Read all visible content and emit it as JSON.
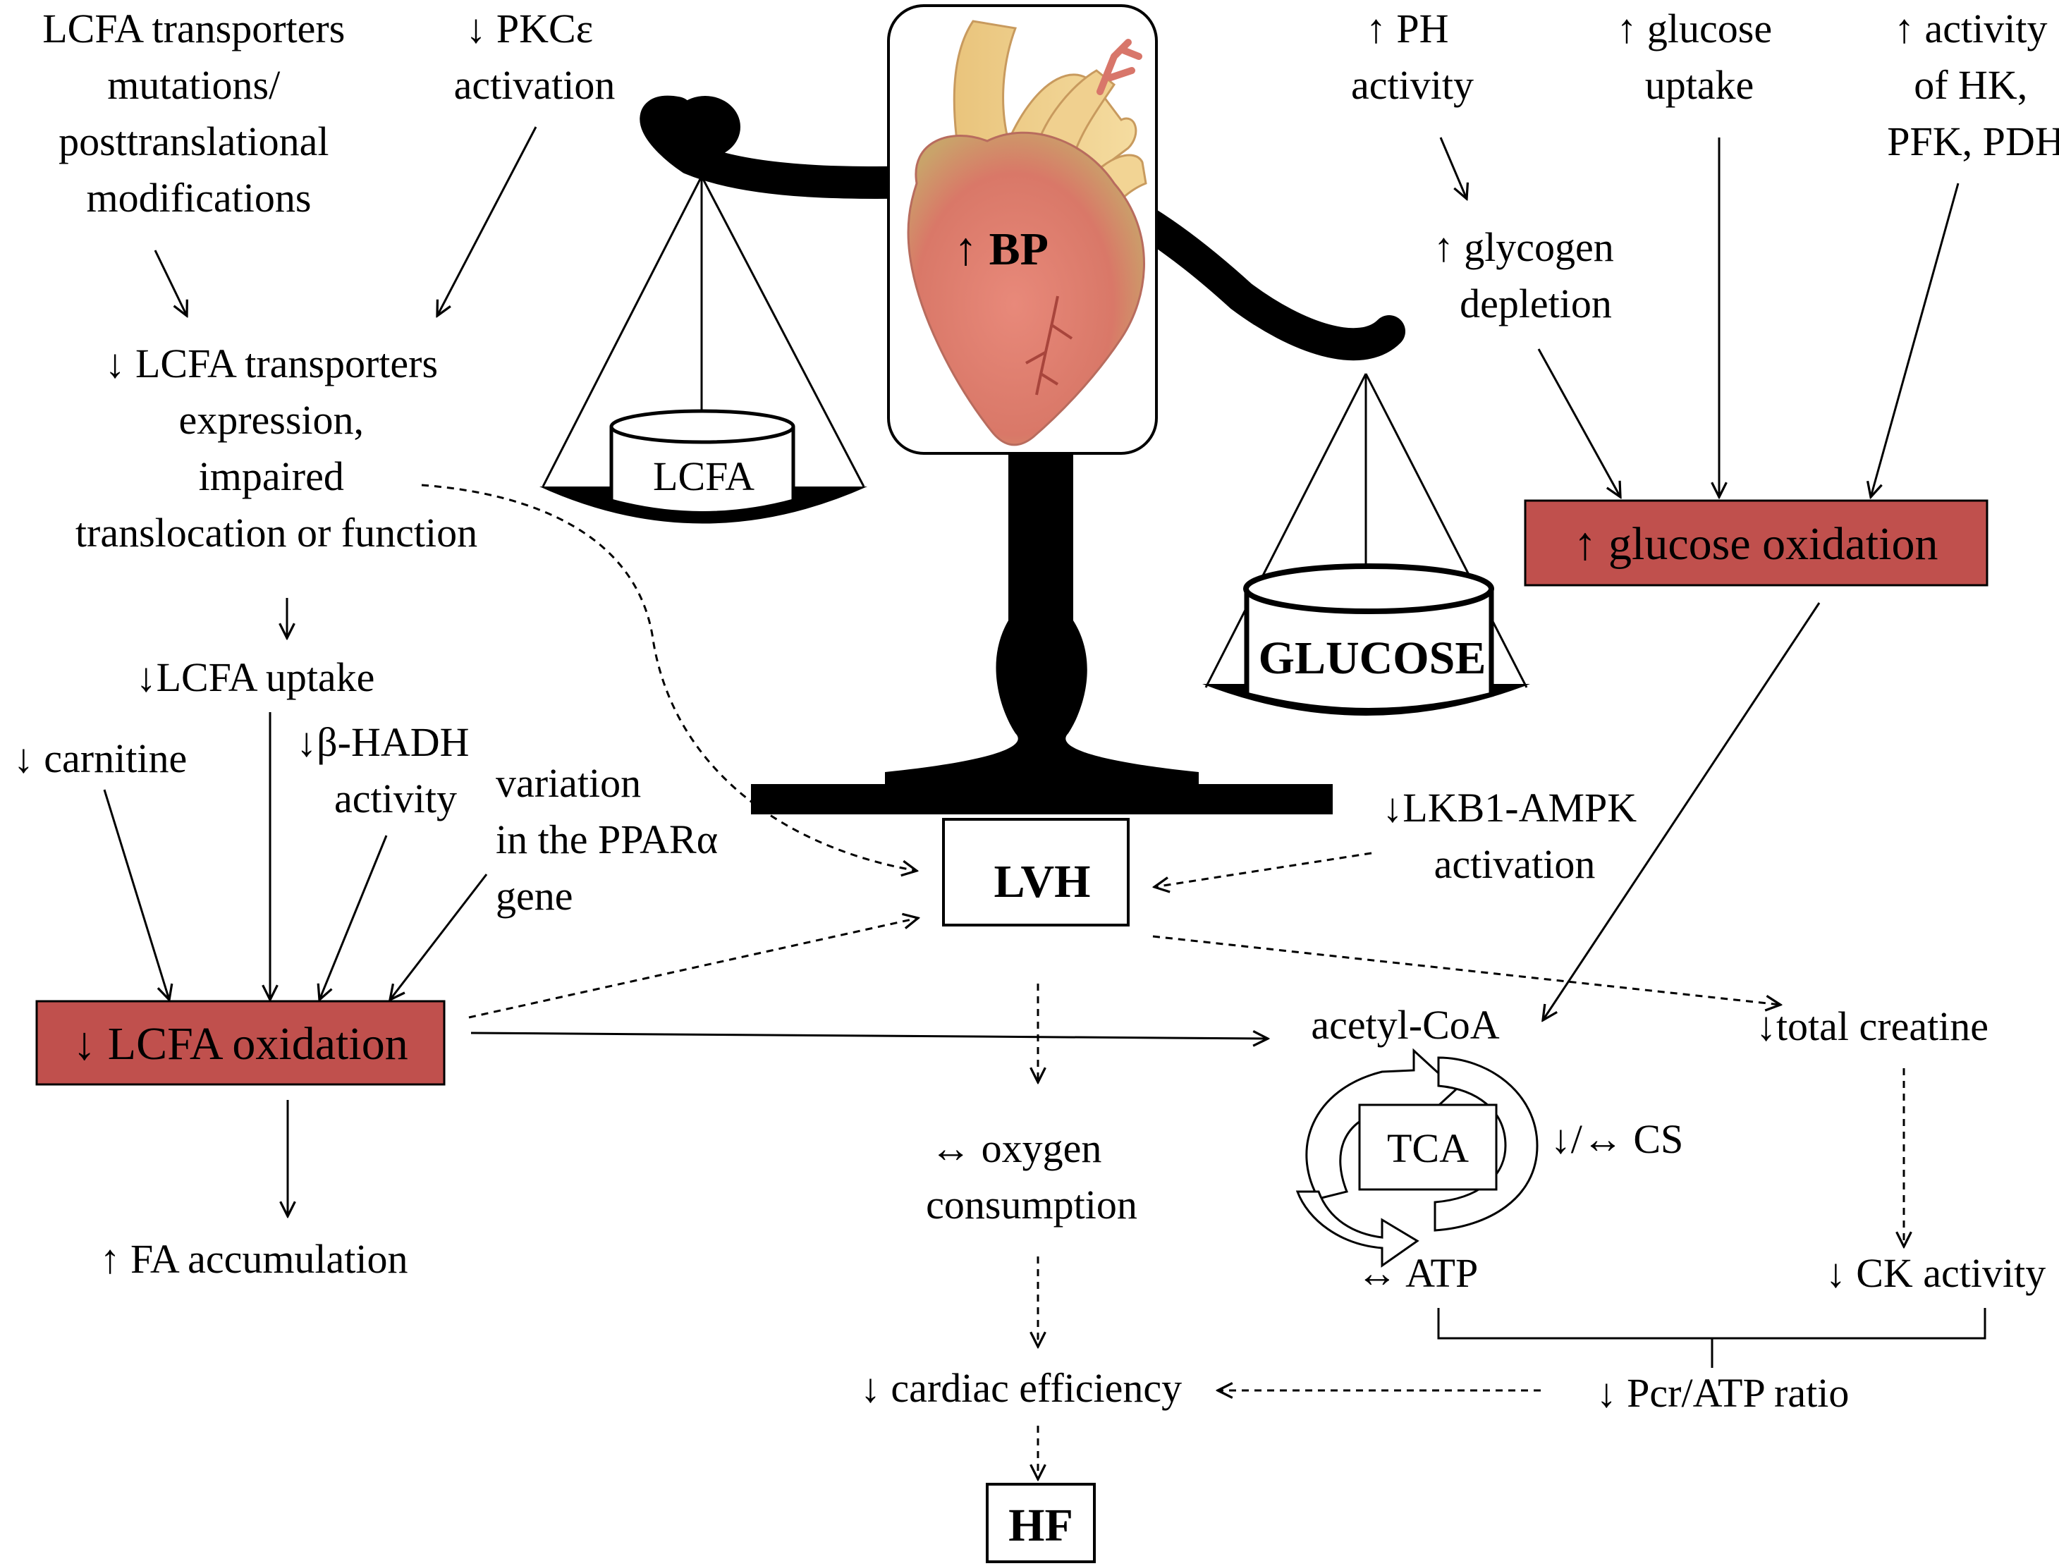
{
  "labels": {
    "lcfa_mut_l1": "LCFA transporters",
    "lcfa_mut_l2": "mutations/",
    "lcfa_mut_l3": "posttranslational",
    "lcfa_mut_l4": "modifications",
    "pkc_l1": "↓ PKCε",
    "pkc_l2": "activation",
    "trans_l1": "↓ LCFA transporters",
    "trans_l2": "expression,",
    "trans_l3": "impaired",
    "trans_l4": "translocation or function",
    "lcfa_uptake": "↓LCFA uptake",
    "carnitine": "↓ carnitine",
    "hadh_l1": "↓β-HADH",
    "hadh_l2": "activity",
    "ppar_l1": "variation",
    "ppar_l2": "in the PPARα",
    "ppar_l3": "gene",
    "lcfa_oxidation": "↓ LCFA oxidation",
    "fa_accumulation": "↑ FA accumulation",
    "ph_l1": "↑ PH",
    "ph_l2": "activity",
    "glucose_uptake_l1": "↑ glucose",
    "glucose_uptake_l2": "uptake",
    "hk_l1": "↑ activity",
    "hk_l2": "of HK,",
    "hk_l3": "PFK, PDH",
    "glycogen_l1": "↑ glycogen",
    "glycogen_l2": "depletion",
    "glucose_oxidation": "↑ glucose oxidation",
    "ampk_l1": "↓LKB1-AMPK",
    "ampk_l2": "activation",
    "lvh": "LVH",
    "acetyl_coa": "acetyl-CoA",
    "total_creatine": "↓total creatine",
    "tca": "TCA",
    "cs": "↓/↔ CS",
    "oxygen_l1": "↔ oxygen",
    "oxygen_l2": "consumption",
    "atp": "↔ ATP",
    "ck_activity": "↓ CK activity",
    "cardiac_efficiency": "↓ cardiac efficiency",
    "pcr_atp": "↓ Pcr/ATP ratio",
    "hf": "HF",
    "bp": "↑ BP",
    "lcfa_pan": "LCFA",
    "glucose_pan": "GLUCOSE"
  },
  "colors": {
    "box_fill": "#c0504d",
    "scale": "#000000",
    "heart": "#d9826f"
  }
}
